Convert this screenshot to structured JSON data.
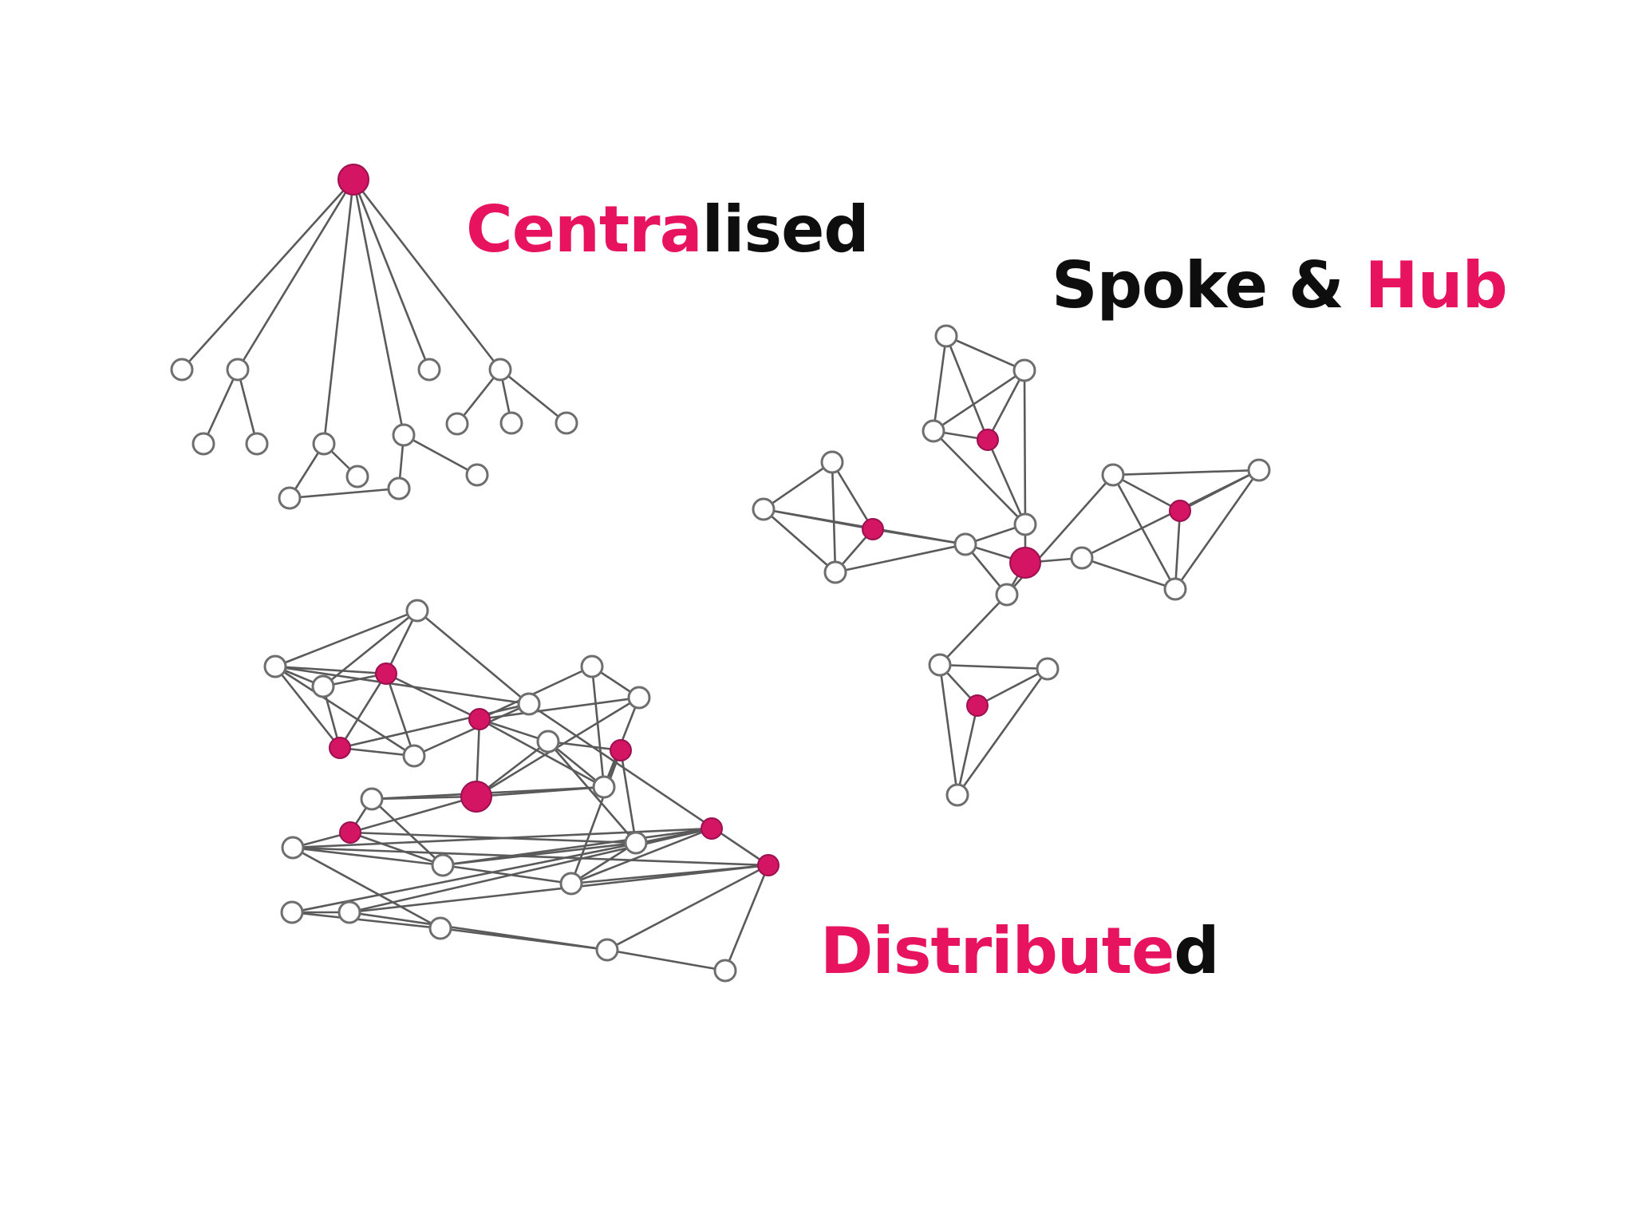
{
  "colors": {
    "highlight": "#e8135e",
    "dark": "#0e0e0e",
    "hub_node": "#d31563",
    "edge": "#5a5a5a",
    "node_fill": "#ffffff"
  },
  "labels": {
    "centralised": {
      "part_highlight": "Centra",
      "part_dark": "lised"
    },
    "spoke_hub": {
      "part_dark": "Spoke & ",
      "part_highlight": "Hub"
    },
    "distributed": {
      "part_highlight": "Distribute",
      "part_dark": "d"
    }
  },
  "networks": [
    {
      "id": "centralised",
      "nodes": [
        {
          "id": "c0",
          "hub": true,
          "big": true
        },
        {
          "id": "c1"
        },
        {
          "id": "c2"
        },
        {
          "id": "c3"
        },
        {
          "id": "c4"
        },
        {
          "id": "c5"
        },
        {
          "id": "c6"
        },
        {
          "id": "c7"
        },
        {
          "id": "c8"
        },
        {
          "id": "c9"
        },
        {
          "id": "c10"
        },
        {
          "id": "c11"
        },
        {
          "id": "c12"
        },
        {
          "id": "c13"
        },
        {
          "id": "c14"
        },
        {
          "id": "c15"
        },
        {
          "id": "c16"
        }
      ],
      "edges": [
        [
          "c0",
          "c1"
        ],
        [
          "c0",
          "c2"
        ],
        [
          "c0",
          "c3"
        ],
        [
          "c0",
          "c4"
        ],
        [
          "c0",
          "c5"
        ],
        [
          "c0",
          "c6"
        ],
        [
          "c2",
          "c7"
        ],
        [
          "c2",
          "c8"
        ],
        [
          "c3",
          "c9"
        ],
        [
          "c3",
          "c10"
        ],
        [
          "c4",
          "c11"
        ],
        [
          "c4",
          "c12"
        ],
        [
          "c6",
          "c13"
        ],
        [
          "c6",
          "c14"
        ],
        [
          "c6",
          "c15"
        ],
        [
          "c9",
          "c16"
        ]
      ]
    },
    {
      "id": "spoke-hub",
      "nodes": [
        {
          "id": "s0",
          "hub": true,
          "big": true
        },
        {
          "id": "s1"
        },
        {
          "id": "s2"
        },
        {
          "id": "s3"
        },
        {
          "id": "s4",
          "hub": true
        },
        {
          "id": "s5"
        },
        {
          "id": "s6"
        },
        {
          "id": "s7"
        },
        {
          "id": "s8"
        },
        {
          "id": "s9",
          "hub": true
        },
        {
          "id": "s10"
        },
        {
          "id": "s11"
        },
        {
          "id": "s12"
        },
        {
          "id": "s13"
        },
        {
          "id": "s14",
          "hub": true
        },
        {
          "id": "s15"
        },
        {
          "id": "s16"
        },
        {
          "id": "s17"
        },
        {
          "id": "s18"
        },
        {
          "id": "s19",
          "hub": true
        },
        {
          "id": "s20"
        }
      ],
      "edges": [
        [
          "s1",
          "s2"
        ],
        [
          "s1",
          "s3"
        ],
        [
          "s1",
          "s4"
        ],
        [
          "s2",
          "s3"
        ],
        [
          "s2",
          "s4"
        ],
        [
          "s2",
          "s5"
        ],
        [
          "s3",
          "s4"
        ],
        [
          "s3",
          "s5"
        ],
        [
          "s4",
          "s5"
        ],
        [
          "s6",
          "s7"
        ],
        [
          "s6",
          "s8"
        ],
        [
          "s6",
          "s9"
        ],
        [
          "s7",
          "s8"
        ],
        [
          "s7",
          "s9"
        ],
        [
          "s8",
          "s9"
        ],
        [
          "s9",
          "s10"
        ],
        [
          "s7",
          "s10"
        ],
        [
          "s8",
          "s10"
        ],
        [
          "s11",
          "s12"
        ],
        [
          "s11",
          "s13"
        ],
        [
          "s11",
          "s14"
        ],
        [
          "s12",
          "s13"
        ],
        [
          "s12",
          "s14"
        ],
        [
          "s13",
          "s14"
        ],
        [
          "s12",
          "s15"
        ],
        [
          "s13",
          "s15"
        ],
        [
          "s11",
          "s16"
        ],
        [
          "s17",
          "s18"
        ],
        [
          "s17",
          "s19"
        ],
        [
          "s17",
          "s20"
        ],
        [
          "s18",
          "s19"
        ],
        [
          "s18",
          "s20"
        ],
        [
          "s19",
          "s20"
        ],
        [
          "s17",
          "s16"
        ],
        [
          "s0",
          "s5"
        ],
        [
          "s0",
          "s10"
        ],
        [
          "s0",
          "s15"
        ],
        [
          "s0",
          "s16"
        ],
        [
          "s5",
          "s10"
        ],
        [
          "s10",
          "s16"
        ]
      ]
    },
    {
      "id": "distributed",
      "nodes": [
        {
          "id": "d1"
        },
        {
          "id": "d2"
        },
        {
          "id": "d3"
        },
        {
          "id": "d4",
          "hub": true
        },
        {
          "id": "d5"
        },
        {
          "id": "d6",
          "hub": true
        },
        {
          "id": "d7"
        },
        {
          "id": "d8",
          "hub": true
        },
        {
          "id": "d9"
        },
        {
          "id": "d10"
        },
        {
          "id": "d11",
          "hub": true,
          "big": true
        },
        {
          "id": "d12"
        },
        {
          "id": "d13"
        },
        {
          "id": "d14"
        },
        {
          "id": "d15",
          "hub": true
        },
        {
          "id": "d16"
        },
        {
          "id": "d17",
          "hub": true
        },
        {
          "id": "d18"
        },
        {
          "id": "d19"
        },
        {
          "id": "d20",
          "hub": true
        },
        {
          "id": "d21"
        },
        {
          "id": "d22",
          "hub": true
        },
        {
          "id": "d23"
        },
        {
          "id": "d24"
        },
        {
          "id": "d25"
        },
        {
          "id": "d26"
        },
        {
          "id": "d27"
        }
      ],
      "edges": [
        [
          "d1",
          "d2"
        ],
        [
          "d1",
          "d3"
        ],
        [
          "d1",
          "d4"
        ],
        [
          "d1",
          "d5"
        ],
        [
          "d2",
          "d3"
        ],
        [
          "d2",
          "d4"
        ],
        [
          "d2",
          "d5"
        ],
        [
          "d2",
          "d6"
        ],
        [
          "d2",
          "d7"
        ],
        [
          "d3",
          "d4"
        ],
        [
          "d3",
          "d6"
        ],
        [
          "d4",
          "d6"
        ],
        [
          "d4",
          "d7"
        ],
        [
          "d4",
          "d8"
        ],
        [
          "d5",
          "d6"
        ],
        [
          "d5",
          "d7"
        ],
        [
          "d6",
          "d7"
        ],
        [
          "d8",
          "d9"
        ],
        [
          "d8",
          "d10"
        ],
        [
          "d8",
          "d11"
        ],
        [
          "d8",
          "d12"
        ],
        [
          "d8",
          "d13"
        ],
        [
          "d9",
          "d10"
        ],
        [
          "d9",
          "d13"
        ],
        [
          "d10",
          "d11"
        ],
        [
          "d10",
          "d13"
        ],
        [
          "d11",
          "d12"
        ],
        [
          "d11",
          "d13"
        ],
        [
          "d11",
          "d14"
        ],
        [
          "d11",
          "d17"
        ],
        [
          "d12",
          "d13"
        ],
        [
          "d12",
          "d15"
        ],
        [
          "d12",
          "d16"
        ],
        [
          "d13",
          "d14"
        ],
        [
          "d13",
          "d15"
        ],
        [
          "d14",
          "d17"
        ],
        [
          "d14",
          "d18"
        ],
        [
          "d15",
          "d16"
        ],
        [
          "d15",
          "d19"
        ],
        [
          "d16",
          "d17"
        ],
        [
          "d16",
          "d18"
        ],
        [
          "d16",
          "d19"
        ],
        [
          "d17",
          "d18"
        ],
        [
          "d17",
          "d21"
        ],
        [
          "d18",
          "d19"
        ],
        [
          "d18",
          "d20"
        ],
        [
          "d18",
          "d21"
        ],
        [
          "d19",
          "d20"
        ],
        [
          "d19",
          "d22"
        ],
        [
          "d20",
          "d21"
        ],
        [
          "d20",
          "d23"
        ],
        [
          "d20",
          "d24"
        ],
        [
          "d21",
          "d22"
        ],
        [
          "d21",
          "d25"
        ],
        [
          "d22",
          "d24"
        ],
        [
          "d22",
          "d26"
        ],
        [
          "d22",
          "d27"
        ],
        [
          "d23",
          "d24"
        ],
        [
          "d23",
          "d25"
        ],
        [
          "d24",
          "d26"
        ],
        [
          "d25",
          "d26"
        ],
        [
          "d26",
          "d27"
        ],
        [
          "d5",
          "d22"
        ]
      ]
    }
  ]
}
